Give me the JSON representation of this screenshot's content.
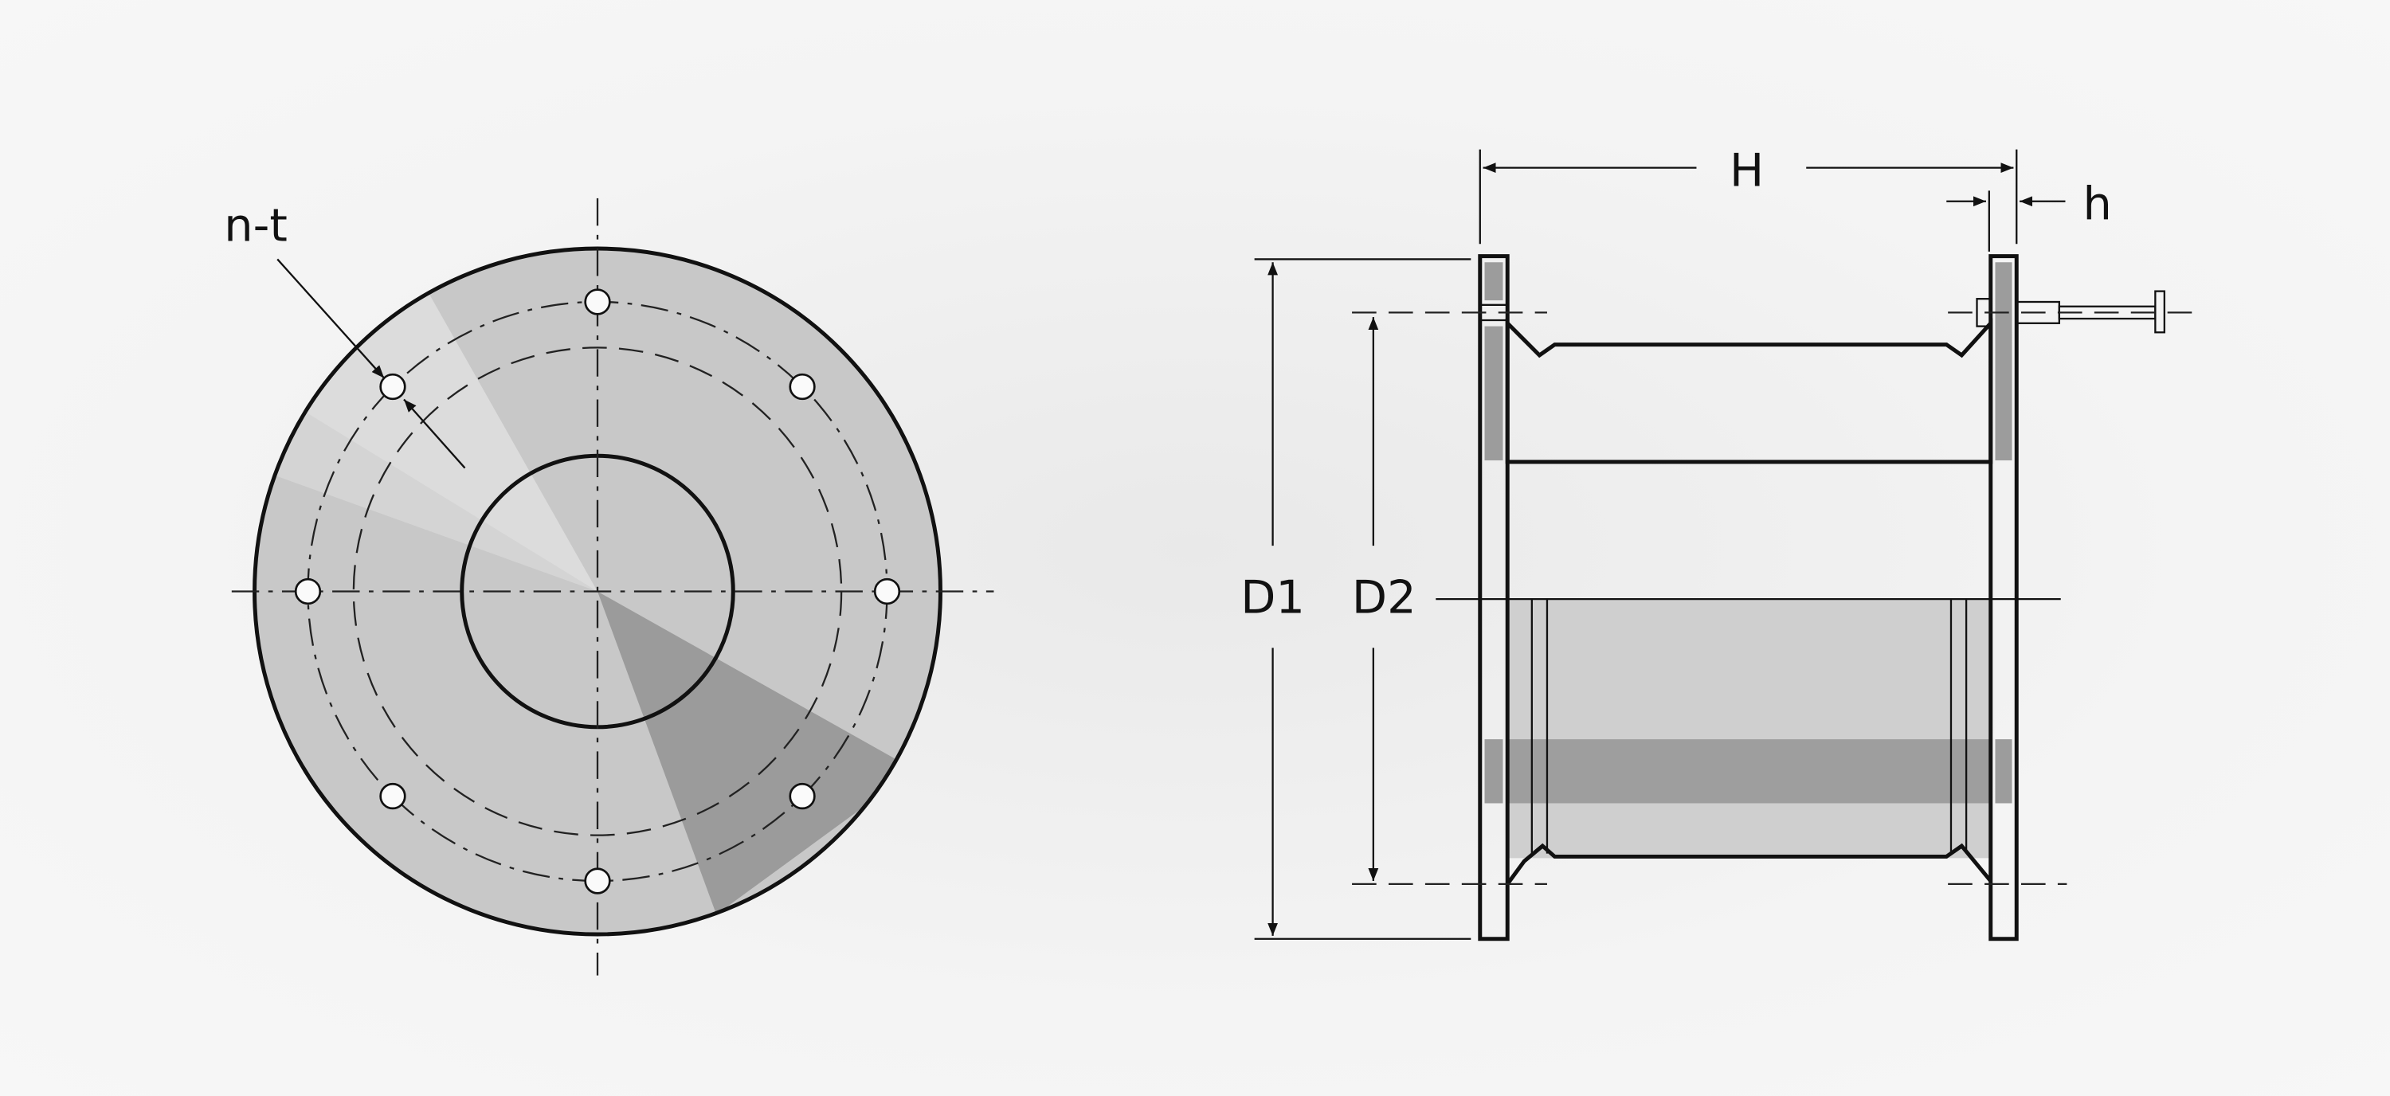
{
  "diagram": {
    "front_view": {
      "hole_label": "n-t",
      "bolt_hole_count": 8
    },
    "side_view": {
      "length_label": "H",
      "flange_thickness_label": "h",
      "outer_diameter_label": "D1",
      "bolt_circle_label": "D2"
    },
    "colors": {
      "body": "#c9c9c9",
      "shade_dark": "#9a9a9a",
      "highlight": "#dedede",
      "line": "#111111"
    }
  }
}
